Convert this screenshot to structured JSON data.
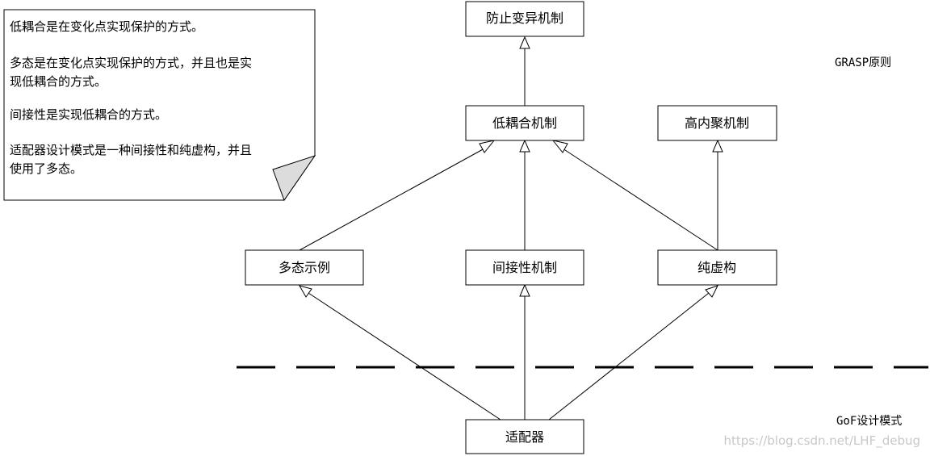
{
  "note": {
    "lines": [
      "低耦合是在变化点实现保护的方式。",
      "",
      "多态是在变化点实现保护的方式，并且也是实",
      "现低耦合的方式。",
      "",
      "间接性是实现低耦合的方式。",
      "",
      "适配器设计模式是一种间接性和纯虚构，并且",
      "使用了多态。"
    ]
  },
  "nodes": {
    "protected_variations": "防止变异机制",
    "low_coupling": "低耦合机制",
    "high_cohesion": "高内聚机制",
    "polymorphism": "多态示例",
    "indirection": "间接性机制",
    "pure_fabrication": "纯虚构",
    "adapter": "适配器"
  },
  "labels": {
    "grasp": "GRASP原则",
    "gof": "GoF设计模式"
  },
  "watermark": "https://blog.csdn.net/LHF_debug",
  "edges": [
    {
      "from": "low_coupling",
      "to": "protected_variations",
      "type": "generalization"
    },
    {
      "from": "polymorphism",
      "to": "low_coupling",
      "type": "generalization"
    },
    {
      "from": "indirection",
      "to": "low_coupling",
      "type": "generalization"
    },
    {
      "from": "pure_fabrication",
      "to": "low_coupling",
      "type": "generalization"
    },
    {
      "from": "pure_fabrication",
      "to": "high_cohesion",
      "type": "generalization"
    },
    {
      "from": "adapter",
      "to": "polymorphism",
      "type": "generalization"
    },
    {
      "from": "adapter",
      "to": "indirection",
      "type": "generalization"
    },
    {
      "from": "adapter",
      "to": "pure_fabrication",
      "type": "generalization"
    }
  ]
}
